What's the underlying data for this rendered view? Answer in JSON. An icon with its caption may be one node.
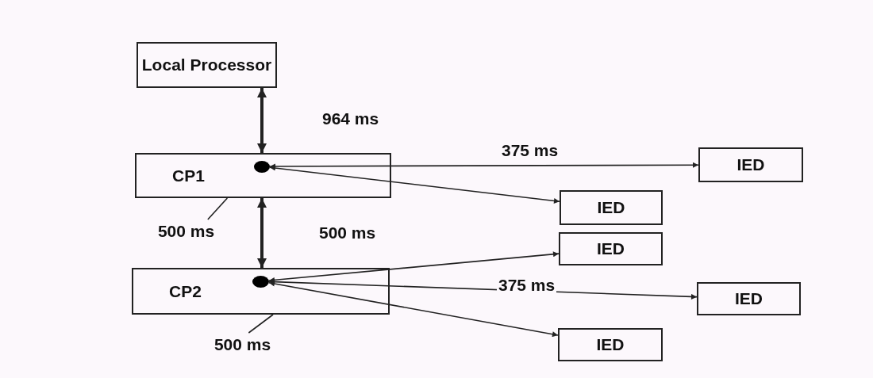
{
  "diagram": {
    "nodes": [
      {
        "text": [
          "Local Processor"
        ]
      },
      {
        "text": [
          "CP1"
        ]
      },
      {
        "text": [],
        "shape": "circle",
        "in": 1
      },
      {
        "text": [
          "500 ms"
        ]
      },
      {
        "text": [
          "CP2"
        ]
      },
      {
        "text": [],
        "shape": "circle",
        "in": 4
      },
      {
        "text": [
          "500 ms"
        ]
      },
      {
        "text": [
          "IED"
        ]
      },
      {
        "text": [
          "IED"
        ]
      },
      {
        "text": [
          "IED"
        ]
      },
      {
        "text": [
          "IED"
        ]
      },
      {
        "text": [
          "IED"
        ]
      }
    ],
    "edges": [
      {
        "from": 0,
        "to": 1,
        "arrow": "both",
        "style": "thick",
        "label": "964 ms"
      },
      {
        "from": 1,
        "to": 4,
        "arrow": "both",
        "style": "thick",
        "label": "500 ms"
      },
      {
        "from": 3,
        "to": 1,
        "arrow": "none"
      },
      {
        "from": 6,
        "to": 4,
        "arrow": "none"
      },
      {
        "from": 2,
        "to": 7,
        "arrow": "both",
        "label": "375 ms"
      },
      {
        "from": 2,
        "to": 8,
        "arrow": "both"
      },
      {
        "from": 5,
        "to": 9,
        "arrow": "both"
      },
      {
        "from": 5,
        "to": 10,
        "arrow": "both",
        "label": "375 ms"
      },
      {
        "from": 5,
        "to": 11,
        "arrow": "both"
      }
    ]
  }
}
